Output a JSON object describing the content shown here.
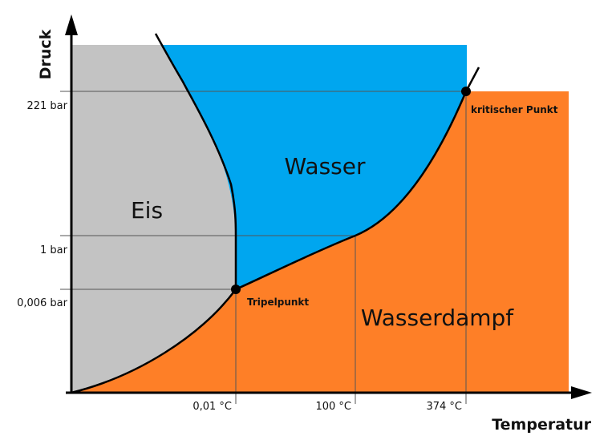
{
  "diagram": {
    "title": "Phasendiagramm Wasser",
    "axes": {
      "x_label": "Temperatur",
      "y_label": "Druck",
      "x_ticks": [
        "0,01 °C",
        "100 °C",
        "374 °C"
      ],
      "y_ticks": [
        "221 bar",
        "1 bar",
        "0,006 bar"
      ]
    },
    "regions": {
      "ice": "Eis",
      "water": "Wasser",
      "vapor": "Wasserdampf"
    },
    "points": {
      "triple": "Tripelpunkt",
      "critical": "kritischer Punkt"
    },
    "colors": {
      "ice": "#c3c3c3",
      "water": "#00a6ef",
      "vapor": "#fe7f27",
      "curve": "#000000",
      "guide": "#555555"
    }
  }
}
